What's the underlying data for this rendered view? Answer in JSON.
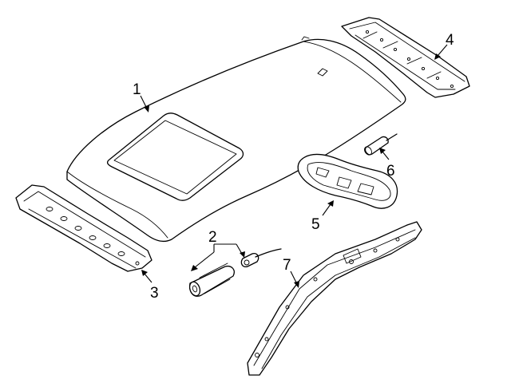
{
  "diagram": {
    "parts": [
      {
        "num": "1"
      },
      {
        "num": "2"
      },
      {
        "num": "3"
      },
      {
        "num": "4"
      },
      {
        "num": "5"
      },
      {
        "num": "6"
      },
      {
        "num": "7"
      }
    ]
  }
}
